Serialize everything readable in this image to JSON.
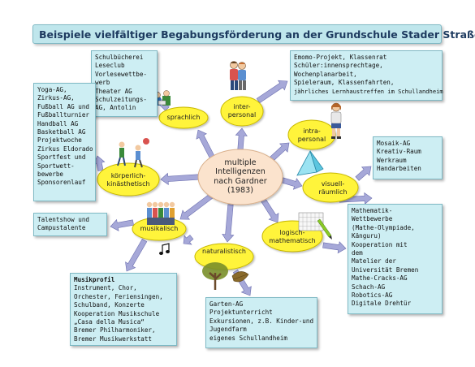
{
  "title": "Beispiele vielfältiger Begabungsförderung an der Grundschule Stader Straße",
  "center": {
    "lines": [
      "multiple",
      "Intelligenzen",
      "nach Gardner",
      "(1983)"
    ]
  },
  "intelligences": {
    "sprachlich": {
      "lines": [
        "sprachlich"
      ]
    },
    "interpersonal": {
      "lines": [
        "inter-",
        "personal"
      ]
    },
    "intrapersonal": {
      "lines": [
        "intra-",
        "personal"
      ]
    },
    "visuell": {
      "lines": [
        "visuell-",
        "räumlich"
      ]
    },
    "logisch": {
      "lines": [
        "logisch-",
        "mathematisch"
      ]
    },
    "naturalistisch": {
      "lines": [
        "naturalistisch"
      ]
    },
    "musikalisch": {
      "lines": [
        "musikalisch"
      ]
    },
    "koerperlich": {
      "lines": [
        "körperlich-",
        "kinästhetisch"
      ]
    }
  },
  "boxes": {
    "sprachlich": {
      "lines": [
        "Schulbücherei",
        "Leseclub",
        "Vorlesewettbe-",
        "werb",
        "Theater AG",
        "Schulzeitungs-",
        "AG, Antolin"
      ]
    },
    "interpersonal": {
      "lines": [
        "Emomo-Projekt, Klassenrat",
        "Schüler:innensprechtage,",
        "Wochenplanarbeit,",
        "Spieleraum, Klassenfahrten,",
        "jährliches Lernhaustreffen im Schullandheim"
      ]
    },
    "koerperlich": {
      "lines": [
        "Yoga-AG,",
        "Zirkus-AG,",
        "Fußball AG und",
        "Fußballturnier",
        "Handball AG",
        "Basketball AG",
        "Projektwoche",
        "Zirkus Eldorado",
        "Sportfest und",
        "Sportwett-",
        "bewerbe",
        "Sponsorenlauf"
      ]
    },
    "visuell": {
      "lines": [
        "Mosaik-AG",
        "Kreativ-Raum",
        "Werkraum",
        "Handarbeiten"
      ]
    },
    "talent": {
      "lines": [
        "Talentshow und",
        "Campustalente"
      ]
    },
    "logisch": {
      "lines": [
        "Mathematik-",
        "Wettbewerbe",
        "(Mathe-Olympiade,",
        "Känguru)",
        "Kooperation mit",
        "dem",
        "Matelier der",
        "Universität Bremen",
        "Mathe-Cracks-AG",
        "Schach-AG",
        "Robotics-AG",
        "Digitale Drehtür"
      ]
    },
    "musikalisch": {
      "heading": "Musikprofil",
      "lines": [
        "Instrument, Chor,",
        "Orchester, Feriensingen,",
        "Schulband, Konzerte",
        "Kooperation Musikschule",
        "„Casa della Musica“",
        "Bremer Philharmoniker,",
        "Bremer Musikwerkstatt"
      ]
    },
    "naturalistisch": {
      "lines": [
        "Garten-AG",
        "Projektunterricht",
        "Exkursionen, z.B. Kinder-und",
        "Jugendfarm",
        "eigenes Schullandheim"
      ]
    }
  },
  "colors": {
    "box_fill": "#cdeef3",
    "box_border": "#7fb9c4",
    "oval_fill": "#fff43a",
    "oval_border": "#c8b800",
    "center_fill": "#fbe3cd",
    "center_border": "#d9b08c",
    "arrow_fill": "#a6a8d8",
    "arrow_border": "#6d70b0",
    "title_text": "#1d3a5f"
  },
  "icons": [
    "reading-children-icon",
    "hugging-children-icon",
    "thinking-girl-icon",
    "prism-icon",
    "grid-pencil-icon",
    "tree-leaf-icon",
    "choir-children-icon",
    "music-note-icon",
    "ball-playing-children-icon"
  ]
}
